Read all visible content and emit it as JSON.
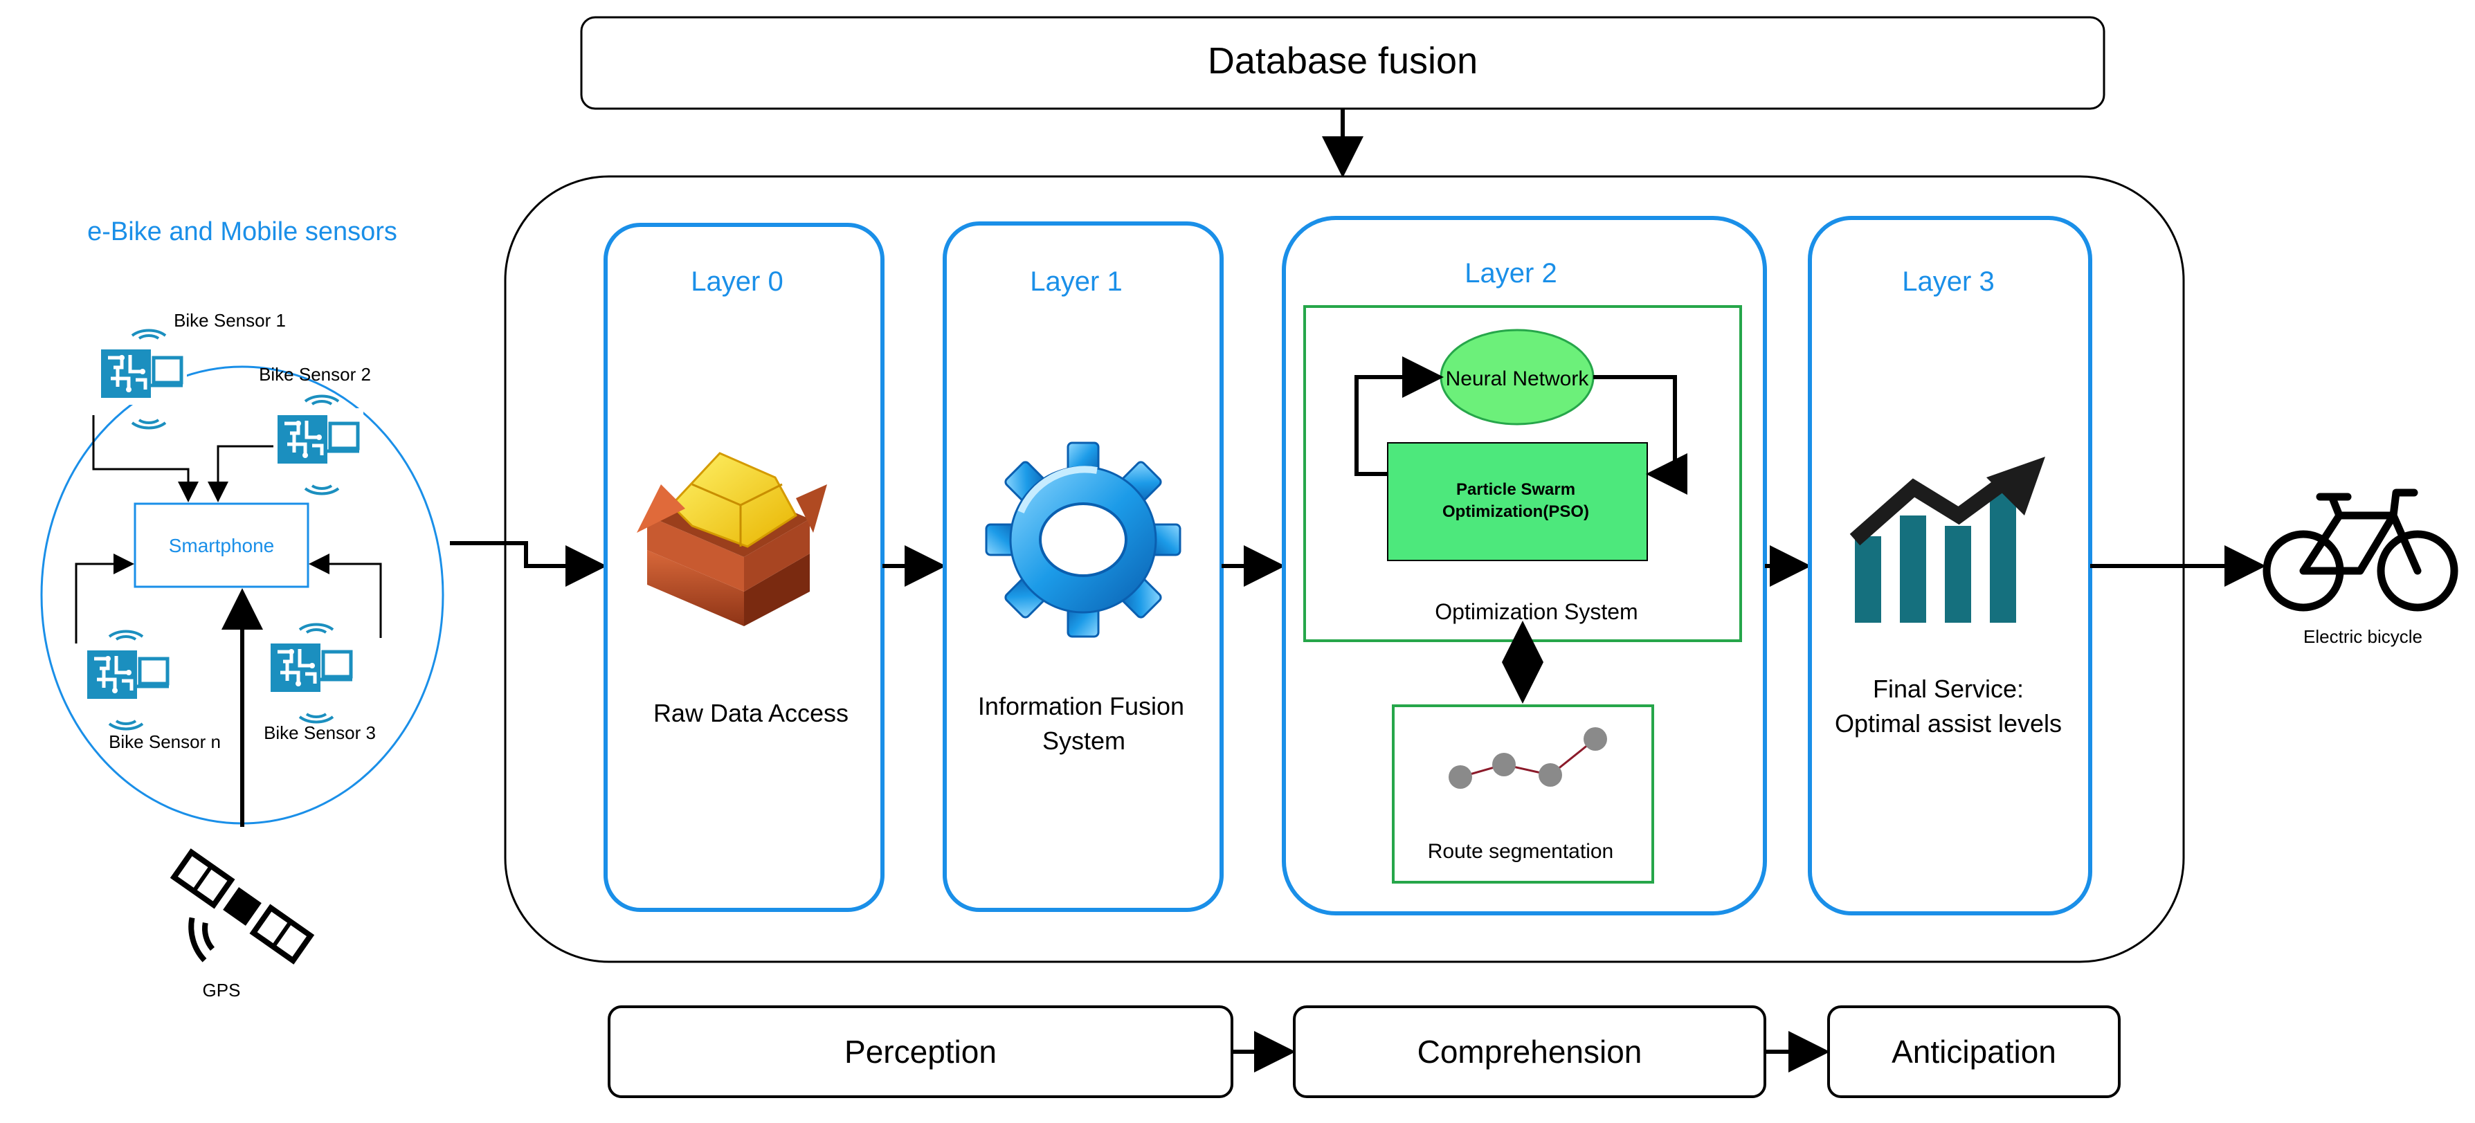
{
  "top": {
    "title": "Database fusion"
  },
  "sensors": {
    "title": "e-Bike and Mobile sensors",
    "hub": "Smartphone",
    "items": [
      {
        "label": "Bike Sensor 1"
      },
      {
        "label": "Bike Sensor 2"
      },
      {
        "label": "Bike Sensor n"
      },
      {
        "label": "Bike Sensor 3"
      }
    ],
    "gps_label": "GPS"
  },
  "layers": [
    {
      "title": "Layer 0",
      "caption": "Raw Data Access",
      "icon": "package-box-icon"
    },
    {
      "title": "Layer 1",
      "caption_line1": "Information Fusion",
      "caption_line2": "System",
      "icon": "gear-icon"
    },
    {
      "title": "Layer 2",
      "nn_label": "Neural Network",
      "pso_line1": "Particle Swarm",
      "pso_line2": "Optimization(PSO)",
      "opt_label": "Optimization System",
      "route_label": "Route segmentation"
    },
    {
      "title": "Layer 3",
      "caption_line1": "Final Service:",
      "caption_line2": "Optimal assist levels",
      "icon": "trend-chart-icon"
    }
  ],
  "output": {
    "label": "Electric bicycle",
    "icon": "bicycle-icon"
  },
  "stages": [
    "Perception",
    "Comprehension",
    "Anticipation"
  ],
  "colors": {
    "accent_blue": "#1a8fe8",
    "green_border": "#26a64a",
    "nn_fill": "#6cf07a",
    "pso_fill": "#4de87c",
    "sensor_teal": "#1b8fbf",
    "chart_teal": "#15707e"
  }
}
